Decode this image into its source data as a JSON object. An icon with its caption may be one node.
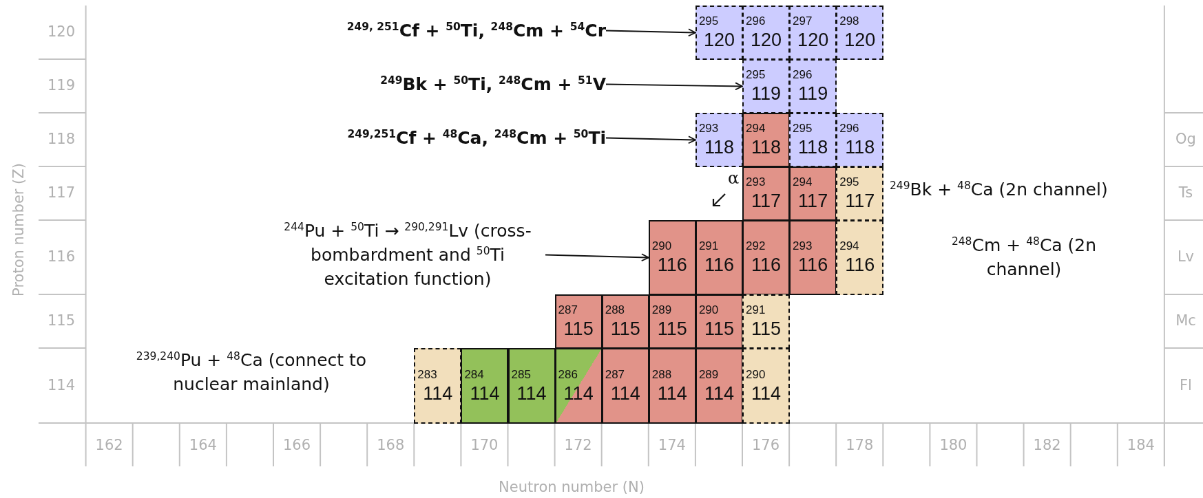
{
  "diagram": {
    "nodes": [
      {
        "text": [
          "$^{249, 251}$Cf + $^{50}$Ti, $^{248}$Cm + $^{54}$Cr"
        ]
      },
      {
        "text": [
          "295",
          "120"
        ]
      },
      {
        "text": [
          "296",
          "120"
        ]
      },
      {
        "text": [
          "297",
          "120"
        ]
      },
      {
        "text": [
          "298",
          "120"
        ]
      },
      {
        "text": [
          "$^{249}$Bk + $^{50}$Ti, $^{248}$Cm + $^{51}$V"
        ]
      },
      {
        "text": [
          "295",
          "119"
        ]
      },
      {
        "text": [
          "296",
          "119"
        ]
      },
      {
        "text": [
          "$^{249,251}$Cf + $^{48}$Ca, $^{248}$Cm + $^{50}$Ti"
        ]
      },
      {
        "text": [
          "293",
          "118"
        ]
      },
      {
        "text": [
          "294",
          "118"
        ]
      },
      {
        "text": [
          "295",
          "118"
        ]
      },
      {
        "text": [
          "296",
          "118"
        ]
      },
      {
        "text": [
          "293",
          "117"
        ]
      },
      {
        "text": [
          "294",
          "117"
        ]
      },
      {
        "text": [
          "295",
          "117"
        ]
      },
      {
        "text": [
          "$^{244}$Pu + $^{50}$Ti → $^{290,291}$Lv (cross-bombardment and $^{50}$Ti excitation function)"
        ]
      },
      {
        "text": [
          "290",
          "116"
        ]
      },
      {
        "text": [
          "291",
          "116"
        ]
      },
      {
        "text": [
          "292",
          "116"
        ]
      },
      {
        "text": [
          "293",
          "116"
        ]
      },
      {
        "text": [
          "294",
          "116"
        ]
      },
      {
        "text": [
          "287",
          "115"
        ]
      },
      {
        "text": [
          "288",
          "115"
        ]
      },
      {
        "text": [
          "289",
          "115"
        ]
      },
      {
        "text": [
          "290",
          "115"
        ]
      },
      {
        "text": [
          "291",
          "115"
        ]
      },
      {
        "text": [
          "283",
          "114"
        ]
      },
      {
        "text": [
          "284",
          "114"
        ]
      },
      {
        "text": [
          "285",
          "114"
        ]
      },
      {
        "text": [
          "286",
          "114"
        ]
      },
      {
        "text": [
          "287",
          "114"
        ]
      },
      {
        "text": [
          "288",
          "114"
        ]
      },
      {
        "text": [
          "289",
          "114"
        ]
      },
      {
        "text": [
          "290",
          "114"
        ]
      }
    ],
    "edges": [
      {
        "from": 0,
        "to": 1,
        "arrow": "to"
      },
      {
        "from": 5,
        "to": 6,
        "arrow": "to"
      },
      {
        "from": 8,
        "to": 9,
        "arrow": "to"
      },
      {
        "from": 16,
        "to": 17,
        "arrow": "to"
      }
    ],
    "labels": [
      "120",
      "119",
      "118",
      "Og",
      "α",
      "117",
      "$^{249}$Bk + $^{48}$Ca (2n channel)",
      "Ts",
      "116",
      "$^{248}$Cm + $^{48}$Ca (2n channel)",
      "Lv",
      "115",
      "Mc",
      "114",
      "$^{239,240}$Pu + $^{48}$Ca (connect to nuclear mainland)",
      "Fl",
      "Proton number (Z)",
      "162",
      "164",
      "166",
      "168",
      "170",
      "172",
      "174",
      "176",
      "178",
      "180",
      "182",
      "184",
      "Neutron number (N)"
    ]
  }
}
